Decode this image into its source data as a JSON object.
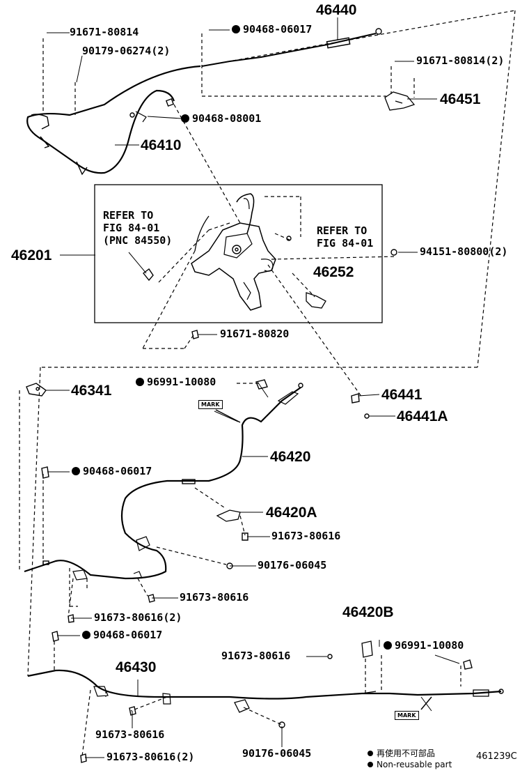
{
  "parts": {
    "p46440": "46440",
    "p90468_06017_top": "90468-06017",
    "p91671_80814": "91671-80814",
    "p90179_06274_2": "90179-06274(2)",
    "p91671_80814_2": "91671-80814(2)",
    "p46451": "46451",
    "p90468_08001": "90468-08001",
    "p46410": "46410",
    "p46201": "46201",
    "p94151_80800_2": "94151-80800(2)",
    "p46252": "46252",
    "p91671_80820": "91671-80820",
    "p46341": "46341",
    "p96991_10080_a": "96991-10080",
    "p46441": "46441",
    "p46441A": "46441A",
    "p46420": "46420",
    "p90468_06017_mid": "90468-06017",
    "p46420A": "46420A",
    "p91673_80616_a": "91673-80616",
    "p90176_06045_a": "90176-06045",
    "p91673_80616_b": "91673-80616",
    "p91673_80616_2a": "91673-80616(2)",
    "p46420B": "46420B",
    "p90468_06017_low": "90468-06017",
    "p96991_10080_b": "96991-10080",
    "p91673_80616_c": "91673-80616",
    "p46430": "46430",
    "p91673_80616_d": "91673-80616",
    "p90176_06045_b": "90176-06045",
    "p91673_80616_2b": "91673-80616(2)"
  },
  "refs": {
    "left": "REFER TO\nFIG 84-01\n(PNC 84550)",
    "right": "REFER TO\nFIG 84-01"
  },
  "tags": {
    "mark1": "MARK",
    "mark2": "MARK"
  },
  "legend": {
    "jp": "再使用不可部品",
    "en": "Non-reusable part"
  },
  "figure_code": "461239C"
}
